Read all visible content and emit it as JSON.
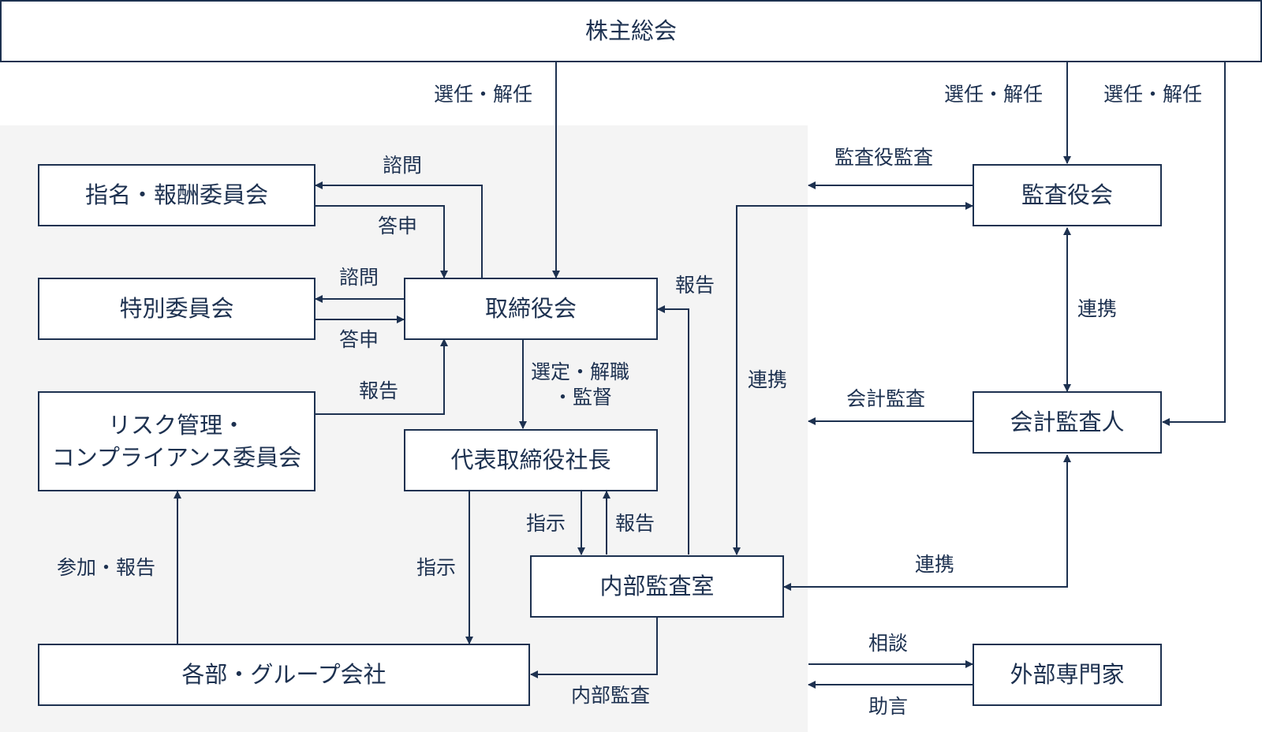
{
  "boxes": {
    "shareholders": "株主総会",
    "nomination": "指名・報酬委員会",
    "special": "特別委員会",
    "risk_line1": "リスク管理・",
    "risk_line2": "コンプライアンス委員会",
    "board": "取締役会",
    "president": "代表取締役社長",
    "audit_board": "監査役会",
    "accounting_auditor": "会計監査人",
    "internal_audit": "内部監査室",
    "departments": "各部・グループ会社",
    "experts": "外部専門家"
  },
  "labels": {
    "elect_board": "選任・解任",
    "elect_auditor": "選任・解任",
    "elect_accountant": "選任・解任",
    "consult1": "諮問",
    "reply1": "答申",
    "consult2": "諮問",
    "reply2": "答申",
    "risk_report": "報告",
    "select_line1": "選定・解職",
    "select_line2": "・監督",
    "internal_report_board": "報告",
    "auditor_audit": "監査役監査",
    "coop_auditor_internal": "連携",
    "coop_auditor_accountant": "連携",
    "accounting_audit": "会計監査",
    "instruct_internal": "指示",
    "report_president": "報告",
    "instruct_departments": "指示",
    "participate_report": "参加・報告",
    "coop_internal_accountant": "連携",
    "internal_audit_dept": "内部監査",
    "consultation": "相談",
    "advice": "助言"
  },
  "colors": {
    "line": "#1d3150",
    "background_region": "#f4f4f4"
  }
}
